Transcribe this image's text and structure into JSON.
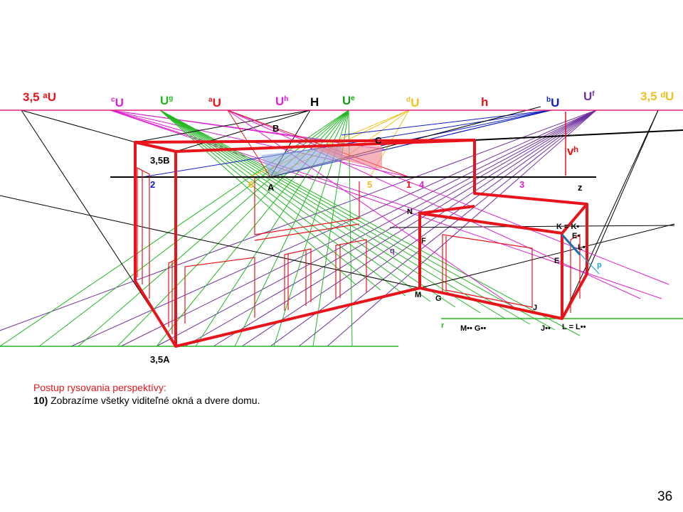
{
  "labels": {
    "v35aU": "3,5 ᵃU",
    "cU_sup": "c",
    "U": "U",
    "Ug_sup": "g",
    "aU_sup": "a",
    "Uh_sup": "h",
    "H": "H",
    "Ue_sup": "e",
    "dU_sup": "d",
    "h": "h",
    "bU_sup": "b",
    "Uf_sup": "f",
    "v35dU": "3,5 ᵈU",
    "B": "B",
    "C": "C",
    "v35B": "3,5B",
    "vh": "vʰ",
    "A": "A",
    "n2": "2",
    "n6": "6",
    "n5": "5",
    "n1": "1",
    "n4": "4",
    "n3": "3",
    "z": "z",
    "N": "N",
    "F": "F",
    "q": "q",
    "M": "M",
    "G": "G",
    "J": "J",
    "KK": "K = K•",
    "E1": "E•",
    "L1": "L•",
    "E": "E",
    "p": "p",
    "r": "r",
    "Mss": "M•• G••",
    "Jss": "J••",
    "LL": "L  = L••",
    "v35A": "3,5A"
  },
  "caption": {
    "title": "Postup rysovania perspektívy:",
    "step_num": "10)",
    "step_text": " Zobrazíme  všetky viditeľné okná a dvere domu."
  },
  "page_number": "36",
  "colors": {
    "red": "#e8141c",
    "magenta": "#e020d0",
    "green": "#22b822",
    "blue": "#1020c0",
    "purple": "#7030a0",
    "yellow": "#f0c020",
    "cyan": "#20a8d8"
  }
}
